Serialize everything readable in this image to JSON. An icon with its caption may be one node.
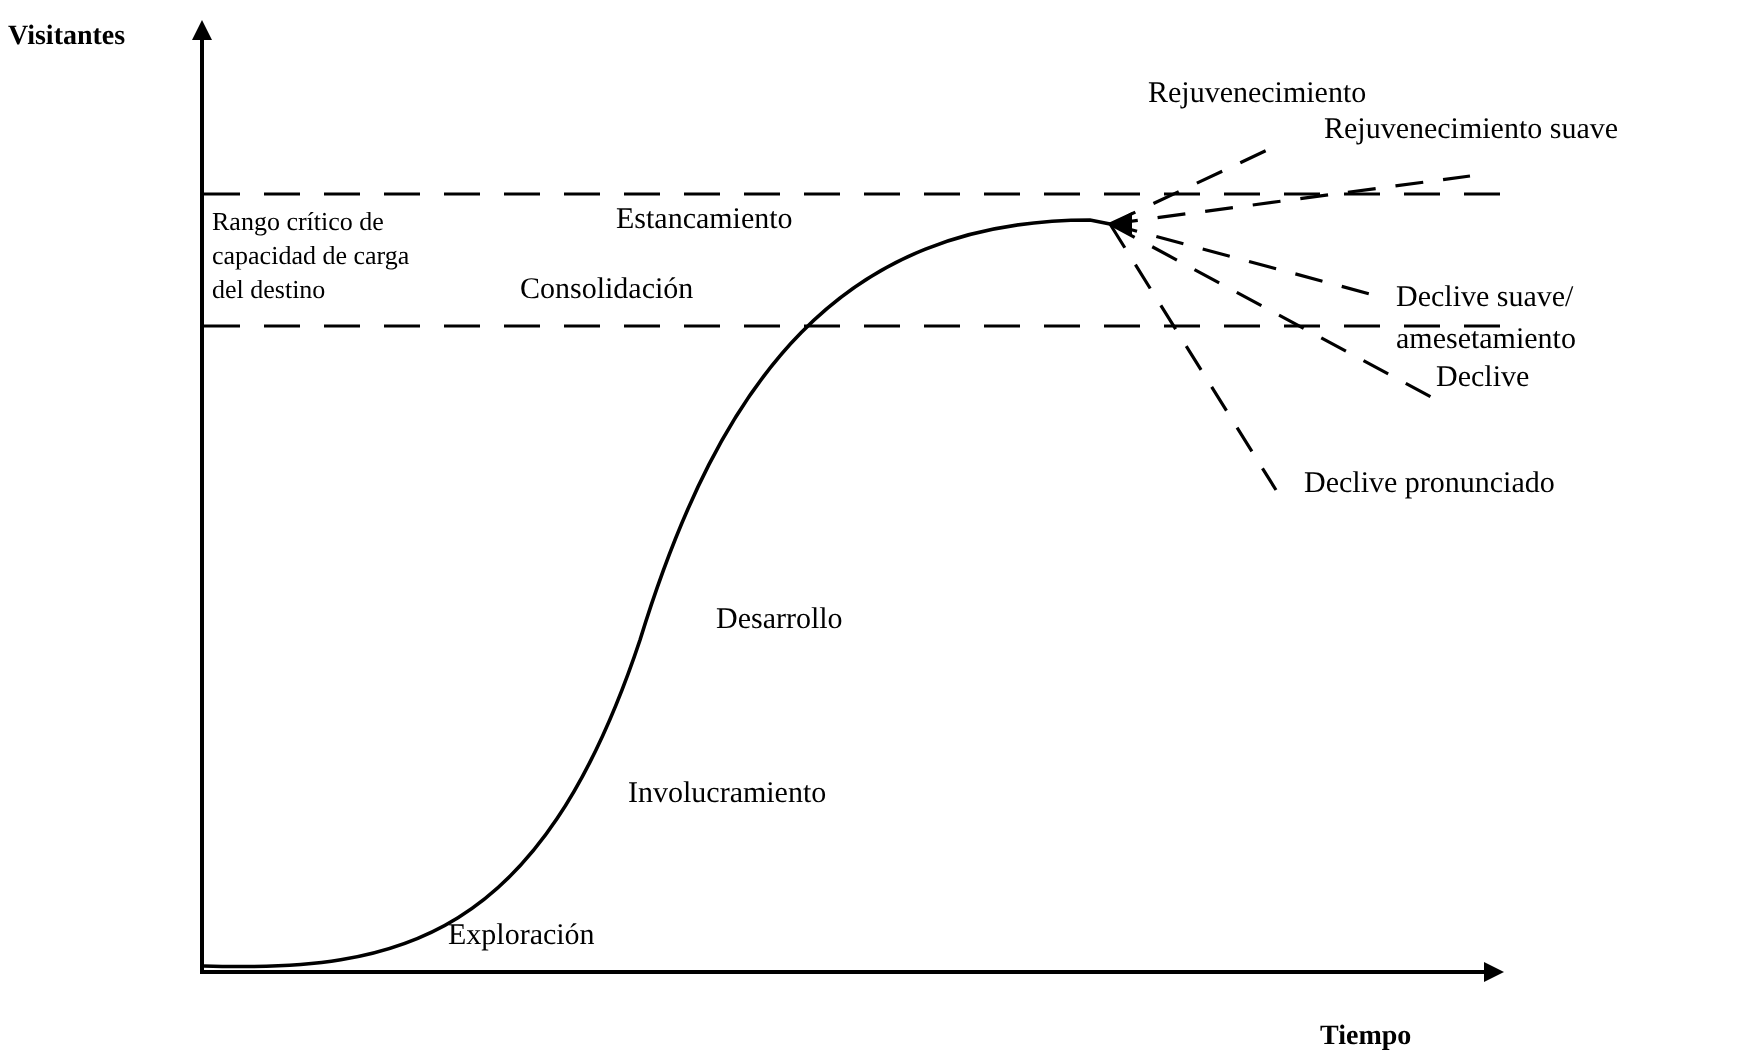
{
  "diagram": {
    "labels": [
      "Visitantes",
      "Rejuvenecimiento",
      "Rejuvenecimiento suave",
      "Rango crítico de capacidad de carga del destino",
      "Estancamiento",
      "Consolidación",
      "Declive suave/ amesetamiento",
      "Declive",
      "Declive pronunciado",
      "Desarrollo",
      "Involucramiento",
      "Exploración",
      "Tiempo"
    ]
  }
}
